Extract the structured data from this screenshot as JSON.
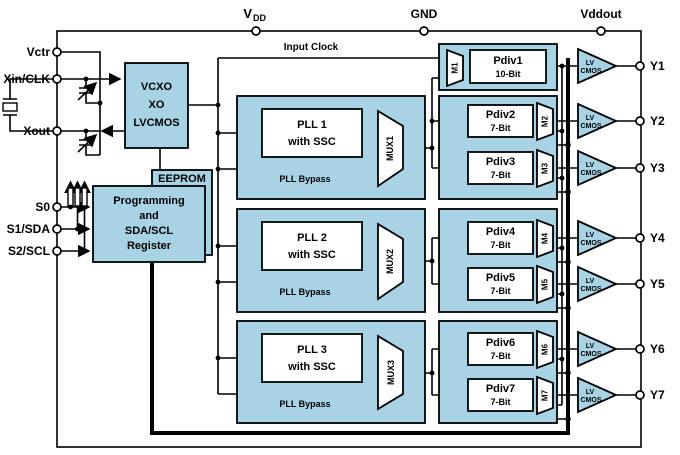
{
  "colors": {
    "block_fill": "#a7d3e5",
    "wire": "#000000",
    "canvas": "#ffffff"
  },
  "power_pins": {
    "vdd_main": "V",
    "vdd_sub": "DD",
    "gnd": "GND",
    "vddout": "Vddout"
  },
  "left_pins": [
    "Vctr",
    "Xin/CLK",
    "Xout",
    "S0",
    "S1/SDA",
    "S2/SCL"
  ],
  "outputs": [
    "Y1",
    "Y2",
    "Y3",
    "Y4",
    "Y5",
    "Y6",
    "Y7"
  ],
  "labels": {
    "input_clock": "Input Clock"
  },
  "vcxo": {
    "lines": [
      "VCXO",
      "XO",
      "LVCMOS"
    ]
  },
  "eeprom": {
    "label": "EEPROM"
  },
  "programming": {
    "lines": [
      "Programming",
      "and",
      "SDA/SCL",
      "Register"
    ]
  },
  "plls": [
    {
      "name": "PLL 1",
      "sub": "with SSC",
      "bypass": "PLL Bypass",
      "mux": "MUX1"
    },
    {
      "name": "PLL 2",
      "sub": "with SSC",
      "bypass": "PLL Bypass",
      "mux": "MUX2"
    },
    {
      "name": "PLL 3",
      "sub": "with SSC",
      "bypass": "PLL Bypass",
      "mux": "MUX3"
    }
  ],
  "pdivs": [
    {
      "name": "Pdiv1",
      "bits": "10-Bit",
      "mux": "M1"
    },
    {
      "name": "Pdiv2",
      "bits": "7-Bit",
      "mux": "M2"
    },
    {
      "name": "Pdiv3",
      "bits": "7-Bit",
      "mux": "M3"
    },
    {
      "name": "Pdiv4",
      "bits": "7-Bit",
      "mux": "M4"
    },
    {
      "name": "Pdiv5",
      "bits": "7-Bit",
      "mux": "M5"
    },
    {
      "name": "Pdiv6",
      "bits": "7-Bit",
      "mux": "M6"
    },
    {
      "name": "Pdiv7",
      "bits": "7-Bit",
      "mux": "M7"
    }
  ],
  "buffer": {
    "line1": "LV",
    "line2": "CMOS"
  }
}
